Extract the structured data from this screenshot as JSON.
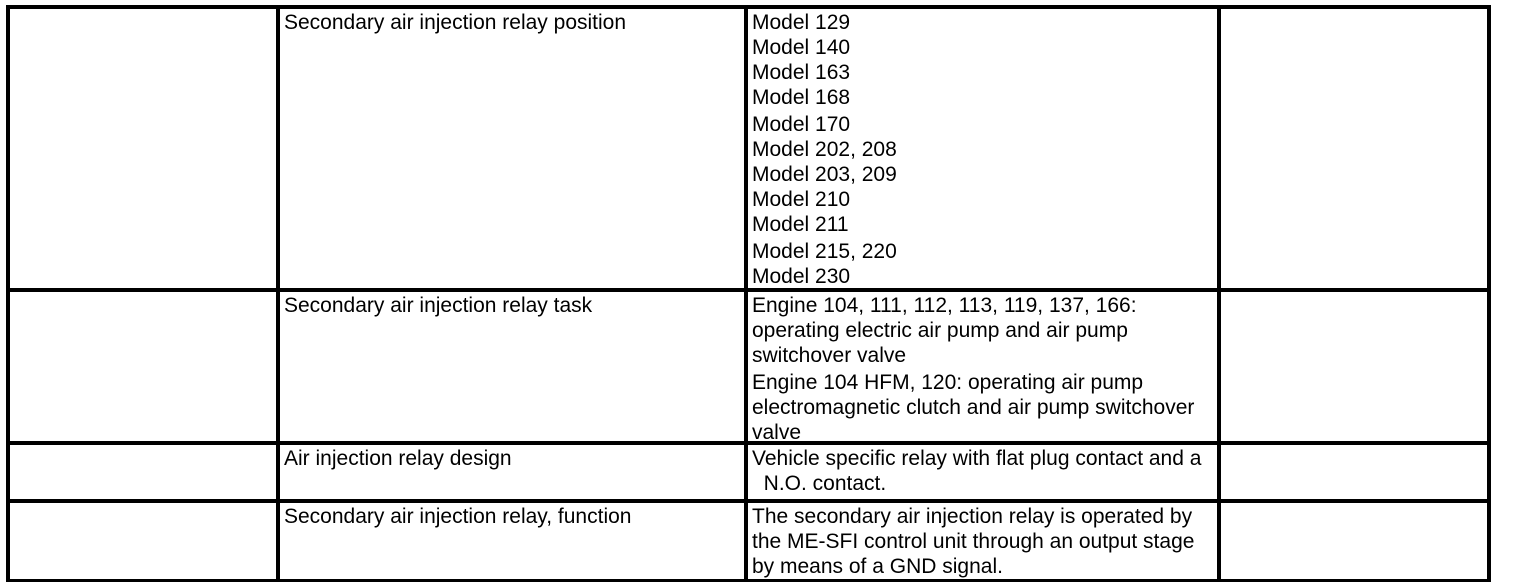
{
  "table": {
    "border_color": "#000000",
    "background_color": "#ffffff",
    "rows": [
      {
        "label": "Secondary air injection relay position",
        "value_paragraphs": [
          [
            "Model 129",
            "Model 140",
            "Model 163",
            "Model 168"
          ],
          [
            "Model 170",
            "Model 202, 208",
            "Model 203, 209",
            "Model 210",
            "Model 211"
          ],
          [
            "Model 215, 220",
            "Model 230"
          ]
        ]
      },
      {
        "label": "Secondary air injection relay task",
        "value_paragraphs": [
          [
            "Engine 104, 111, 112, 113, 119, 137, 166:",
            "operating electric air pump and air pump",
            "switchover valve"
          ],
          [
            "Engine 104 HFM, 120: operating air pump",
            "electromagnetic clutch and air pump switchover",
            "valve"
          ]
        ]
      },
      {
        "label": "Air injection relay design",
        "value_paragraphs": [
          [
            "Vehicle specific relay with flat plug contact and a",
            "  N.O. contact."
          ]
        ]
      },
      {
        "label": "Secondary air injection relay, function",
        "value_paragraphs": [
          [
            "The secondary air injection relay is operated by",
            "the ME-SFI control unit through an output stage",
            "by means of a GND signal."
          ]
        ]
      }
    ]
  }
}
